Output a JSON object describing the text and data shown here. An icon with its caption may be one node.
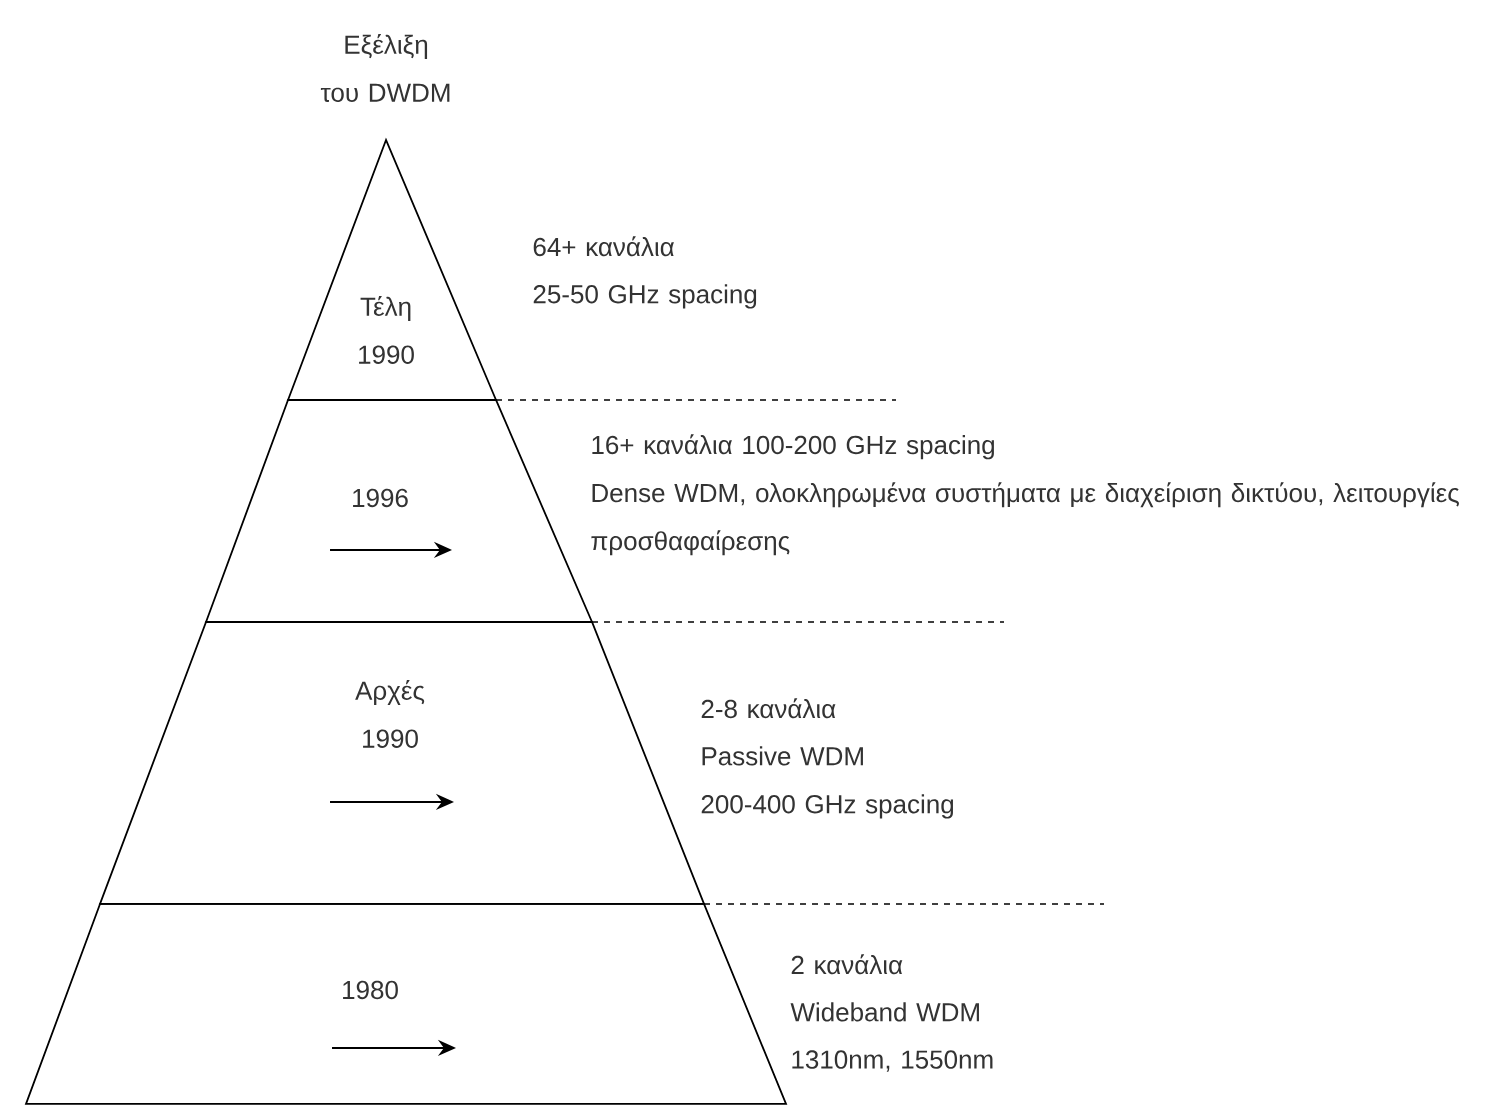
{
  "diagram": {
    "title": "Εξέλιξη του DWDM",
    "nodes": [
      {
        "text": [
          "Τέλη 1990"
        ],
        "beside": [
          "64+ κανάλια",
          "25-50 GHz spacing"
        ]
      },
      {
        "text": [
          "1996"
        ],
        "beside": [
          "16+ κανάλια 100-200 GHz spacing",
          "Dense WDM, ολοκληρωμένα συστήματα με διαχείριση δικτύου, λειτουργίες προσθαφαίρεσης"
        ]
      },
      {
        "text": [
          "Αρχές 1990"
        ],
        "beside": [
          "2-8 κανάλια",
          "Passive WDM",
          "200-400 GHz spacing"
        ]
      },
      {
        "text": [
          "1980"
        ],
        "beside": [
          "2 κανάλια",
          "Wideband WDM",
          "1310nm, 1550nm"
        ]
      }
    ]
  }
}
